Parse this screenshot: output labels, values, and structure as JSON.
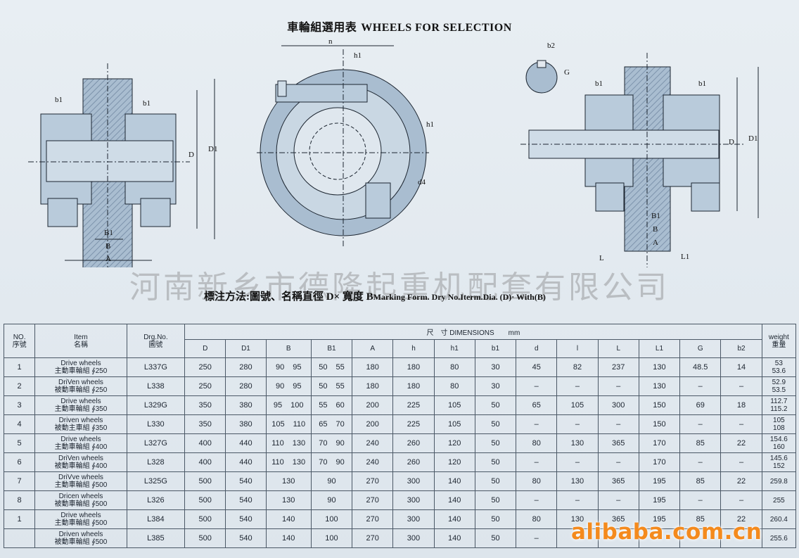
{
  "title": {
    "zh": "車輪組選用表",
    "en": "WHEELS FOR SELECTION"
  },
  "drawing_labels": {
    "b1": "b1",
    "B1": "B1",
    "B": "B",
    "A": "A",
    "L": "L",
    "L1": "L1",
    "D": "D",
    "D1": "D1",
    "n": "n",
    "h1": "h1",
    "d4": "d4",
    "b2": "b2",
    "G": "G"
  },
  "watermark": "河南新乡市德隆起重机配套有限公司",
  "marking": {
    "zh": "標注方法:圖號、名稱直徑 D× 寬度 B",
    "en": "Marking Form. Dry No.Iterm.Dia. (D)· With(B)"
  },
  "table": {
    "headers": {
      "no": "NO. 序號",
      "no_en": "NO.",
      "no_zh": "序號",
      "item_en": "Item",
      "item_zh": "名稱",
      "drg_en": "Drg.No.",
      "drg_zh": "圖號",
      "dimensions": "尺　寸 DIMENSIONS　　mm",
      "weight_en": "weight",
      "weight_zh": "重量",
      "cols": [
        "D",
        "D1",
        "B",
        "B1",
        "A",
        "h",
        "h1",
        "b1",
        "d",
        "l",
        "L",
        "L1",
        "G",
        "b2"
      ]
    },
    "rows": [
      {
        "no": "1",
        "item_en": "Drive wheels",
        "item_zh": "主動車輪組 ∮250",
        "drg": "L337G",
        "D": "250",
        "D1": "280",
        "B": [
          "90",
          "95"
        ],
        "B1": [
          "50",
          "55"
        ],
        "A": "180",
        "h": "180",
        "h1": "80",
        "b1": "30",
        "d": "45",
        "l": "82",
        "L": "237",
        "L1": "130",
        "G": "48.5",
        "b2": "14",
        "weight": [
          "53",
          "53.6"
        ]
      },
      {
        "no": "2",
        "item_en": "DriVen wheels",
        "item_zh": "被動車輪組 ∮250",
        "drg": "L338",
        "D": "250",
        "D1": "280",
        "B": [
          "90",
          "95"
        ],
        "B1": [
          "50",
          "55"
        ],
        "A": "180",
        "h": "180",
        "h1": "80",
        "b1": "30",
        "d": "–",
        "l": "–",
        "L": "–",
        "L1": "130",
        "G": "–",
        "b2": "–",
        "weight": [
          "52.9",
          "53.5"
        ]
      },
      {
        "no": "3",
        "item_en": "Drive wheels",
        "item_zh": "主動車輪組 ∮350",
        "drg": "L329G",
        "D": "350",
        "D1": "380",
        "B": [
          "95",
          "100"
        ],
        "B1": [
          "55",
          "60"
        ],
        "A": "200",
        "h": "225",
        "h1": "105",
        "b1": "50",
        "d": "65",
        "l": "105",
        "L": "300",
        "L1": "150",
        "G": "69",
        "b2": "18",
        "weight": [
          "112.7",
          "115.2"
        ]
      },
      {
        "no": "4",
        "item_en": "Driven wheels",
        "item_zh": "被動主車組 ∮350",
        "drg": "L330",
        "D": "350",
        "D1": "380",
        "B": [
          "105",
          "110"
        ],
        "B1": [
          "65",
          "70"
        ],
        "A": "200",
        "h": "225",
        "h1": "105",
        "b1": "50",
        "d": "–",
        "l": "–",
        "L": "–",
        "L1": "150",
        "G": "–",
        "b2": "–",
        "weight": [
          "105",
          "108"
        ]
      },
      {
        "no": "5",
        "item_en": "Drive wheels",
        "item_zh": "主動車輪組 ∮400",
        "drg": "L327G",
        "D": "400",
        "D1": "440",
        "B": [
          "110",
          "130"
        ],
        "B1": [
          "70",
          "90"
        ],
        "A": "240",
        "h": "260",
        "h1": "120",
        "b1": "50",
        "d": "80",
        "l": "130",
        "L": "365",
        "L1": "170",
        "G": "85",
        "b2": "22",
        "weight": [
          "154.6",
          "160"
        ]
      },
      {
        "no": "6",
        "item_en": "DriVen wheels",
        "item_zh": "被動車輪組 ∮400",
        "drg": "L328",
        "D": "400",
        "D1": "440",
        "B": [
          "110",
          "130"
        ],
        "B1": [
          "70",
          "90"
        ],
        "A": "240",
        "h": "260",
        "h1": "120",
        "b1": "50",
        "d": "–",
        "l": "–",
        "L": "–",
        "L1": "170",
        "G": "–",
        "b2": "–",
        "weight": [
          "145.6",
          "152"
        ]
      },
      {
        "no": "7",
        "item_en": "DriVve wheels",
        "item_zh": "主動車輪組 ∮500",
        "drg": "L325G",
        "D": "500",
        "D1": "540",
        "B": [
          "130"
        ],
        "B1": [
          "90"
        ],
        "A": "270",
        "h": "300",
        "h1": "140",
        "b1": "50",
        "d": "80",
        "l": "130",
        "L": "365",
        "L1": "195",
        "G": "85",
        "b2": "22",
        "weight": [
          "259.8"
        ]
      },
      {
        "no": "8",
        "item_en": "Dricen wheels",
        "item_zh": "被動車輪組 ∮500",
        "drg": "L326",
        "D": "500",
        "D1": "540",
        "B": [
          "130"
        ],
        "B1": [
          "90"
        ],
        "A": "270",
        "h": "300",
        "h1": "140",
        "b1": "50",
        "d": "–",
        "l": "–",
        "L": "–",
        "L1": "195",
        "G": "–",
        "b2": "–",
        "weight": [
          "255"
        ]
      },
      {
        "no": "1",
        "item_en": "Drive wheels",
        "item_zh": "主動車輪組 ∮500",
        "drg": "L384",
        "D": "500",
        "D1": "540",
        "B": [
          "140"
        ],
        "B1": [
          "100"
        ],
        "A": "270",
        "h": "300",
        "h1": "140",
        "b1": "50",
        "d": "80",
        "l": "130",
        "L": "365",
        "L1": "195",
        "G": "85",
        "b2": "22",
        "weight": [
          "260.4"
        ]
      },
      {
        "no": "",
        "item_en": "Driven wheels",
        "item_zh": "被動車輪組 ∮500",
        "drg": "L385",
        "D": "500",
        "D1": "540",
        "B": [
          "140"
        ],
        "B1": [
          "100"
        ],
        "A": "270",
        "h": "300",
        "h1": "140",
        "b1": "50",
        "d": "–",
        "l": "",
        "L": "",
        "L1": "",
        "G": "",
        "b2": "",
        "weight": [
          "255.6"
        ]
      }
    ]
  },
  "logo": "alibaba.com.cn",
  "colors": {
    "metal": "#a9bdd0",
    "metal_dark": "#7f97ad",
    "line": "#1c2530",
    "paper": "#e3e9ef",
    "logo": "#f48a1d"
  }
}
